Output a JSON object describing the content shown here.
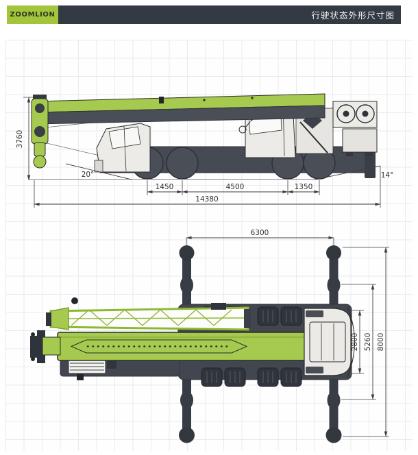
{
  "header": {
    "logo": "ZOOMLION",
    "title": "行驶状态外形尺寸图"
  },
  "side_view": {
    "overall_height": "3760",
    "approach_angle": "20°",
    "wheelbase_front": "1450",
    "wheelbase_middle": "4500",
    "wheelbase_rear": "1350",
    "overall_length": "14380",
    "departure_angle": "14°"
  },
  "plan_view": {
    "outrigger_longitudinal_span": "6300",
    "overall_width": "2800",
    "outrigger_mid_extension": "5260",
    "outrigger_full_extension": "8000"
  },
  "colors": {
    "brand_green": "#a3c53c",
    "boom_green": "#a6ca4f",
    "header_bg": "#343a43",
    "chassis_gray": "#42464e",
    "grid": "#e8ebed"
  }
}
